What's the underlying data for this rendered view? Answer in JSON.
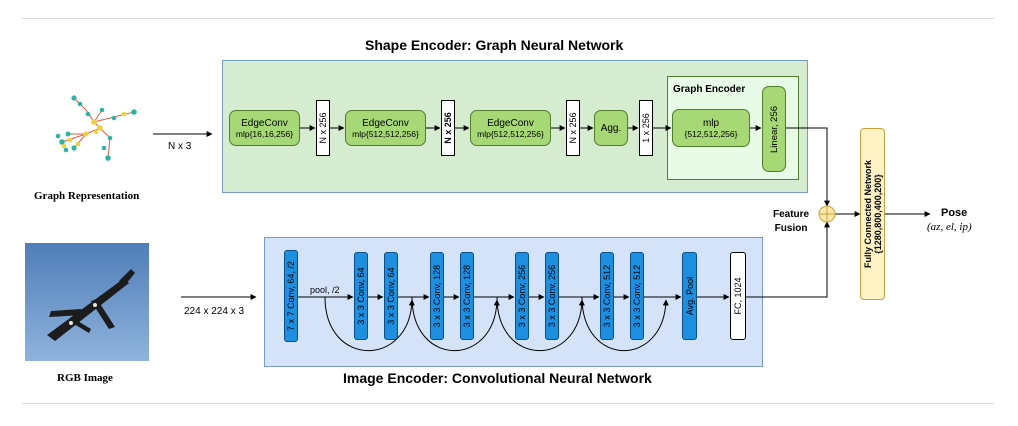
{
  "shape_encoder": {
    "title": "Shape Encoder: Graph Neural Network",
    "input_dim": "N x 3",
    "blocks": [
      {
        "name": "EdgeConv",
        "params": "mlp{16,16,256}"
      },
      {
        "name": "EdgeConv",
        "params": "mlp{512,512,256}"
      },
      {
        "name": "EdgeConv",
        "params": "mlp{512,512,256}"
      }
    ],
    "feature_dims": [
      "N x 256",
      "N x 256",
      "N x 256",
      "1 x 256"
    ],
    "agg": "Agg.",
    "graph_encoder": {
      "title": "Graph Encoder",
      "mlp_name": "mlp",
      "mlp_params": "{512,512,256}",
      "linear": "Linear, 256"
    }
  },
  "graph_caption": "Graph Representation",
  "image_encoder": {
    "title": "Image Encoder: Convolutional Neural Network",
    "input_dim": "224 x 224 x 3",
    "first_conv": "7 x 7 Conv, 64, /2",
    "pool": "pool, /2",
    "convs": [
      "3 x 3 Conv, 64",
      "3 x 3 Conv, 64",
      "3 x 3 Conv, 128",
      "3 x 3 Conv, 128",
      "3 x 3 Conv, 256",
      "3 x 3 Conv, 256",
      "3 x 3 Conv, 512",
      "3 x 3 Conv, 512"
    ],
    "avg_pool": "Avg. Pool",
    "fc": "FC, 1024"
  },
  "rgb_caption": "RGB Image",
  "fusion": {
    "line1": "Feature",
    "line2": "Fusion"
  },
  "fc_network": {
    "line1": "Fully Connected Network",
    "line2": "{1280,800,400,200}"
  },
  "pose": {
    "title": "Pose",
    "formula": "(az, el, ip)"
  },
  "colors": {
    "shape_panel": "#d5ecd0",
    "image_panel": "#d4e3f7",
    "block_green": "#a6d976",
    "conv_blue": "#1d8fe0",
    "fc_yellow": "#fff2c4",
    "fusion": "#ffe8a8"
  }
}
